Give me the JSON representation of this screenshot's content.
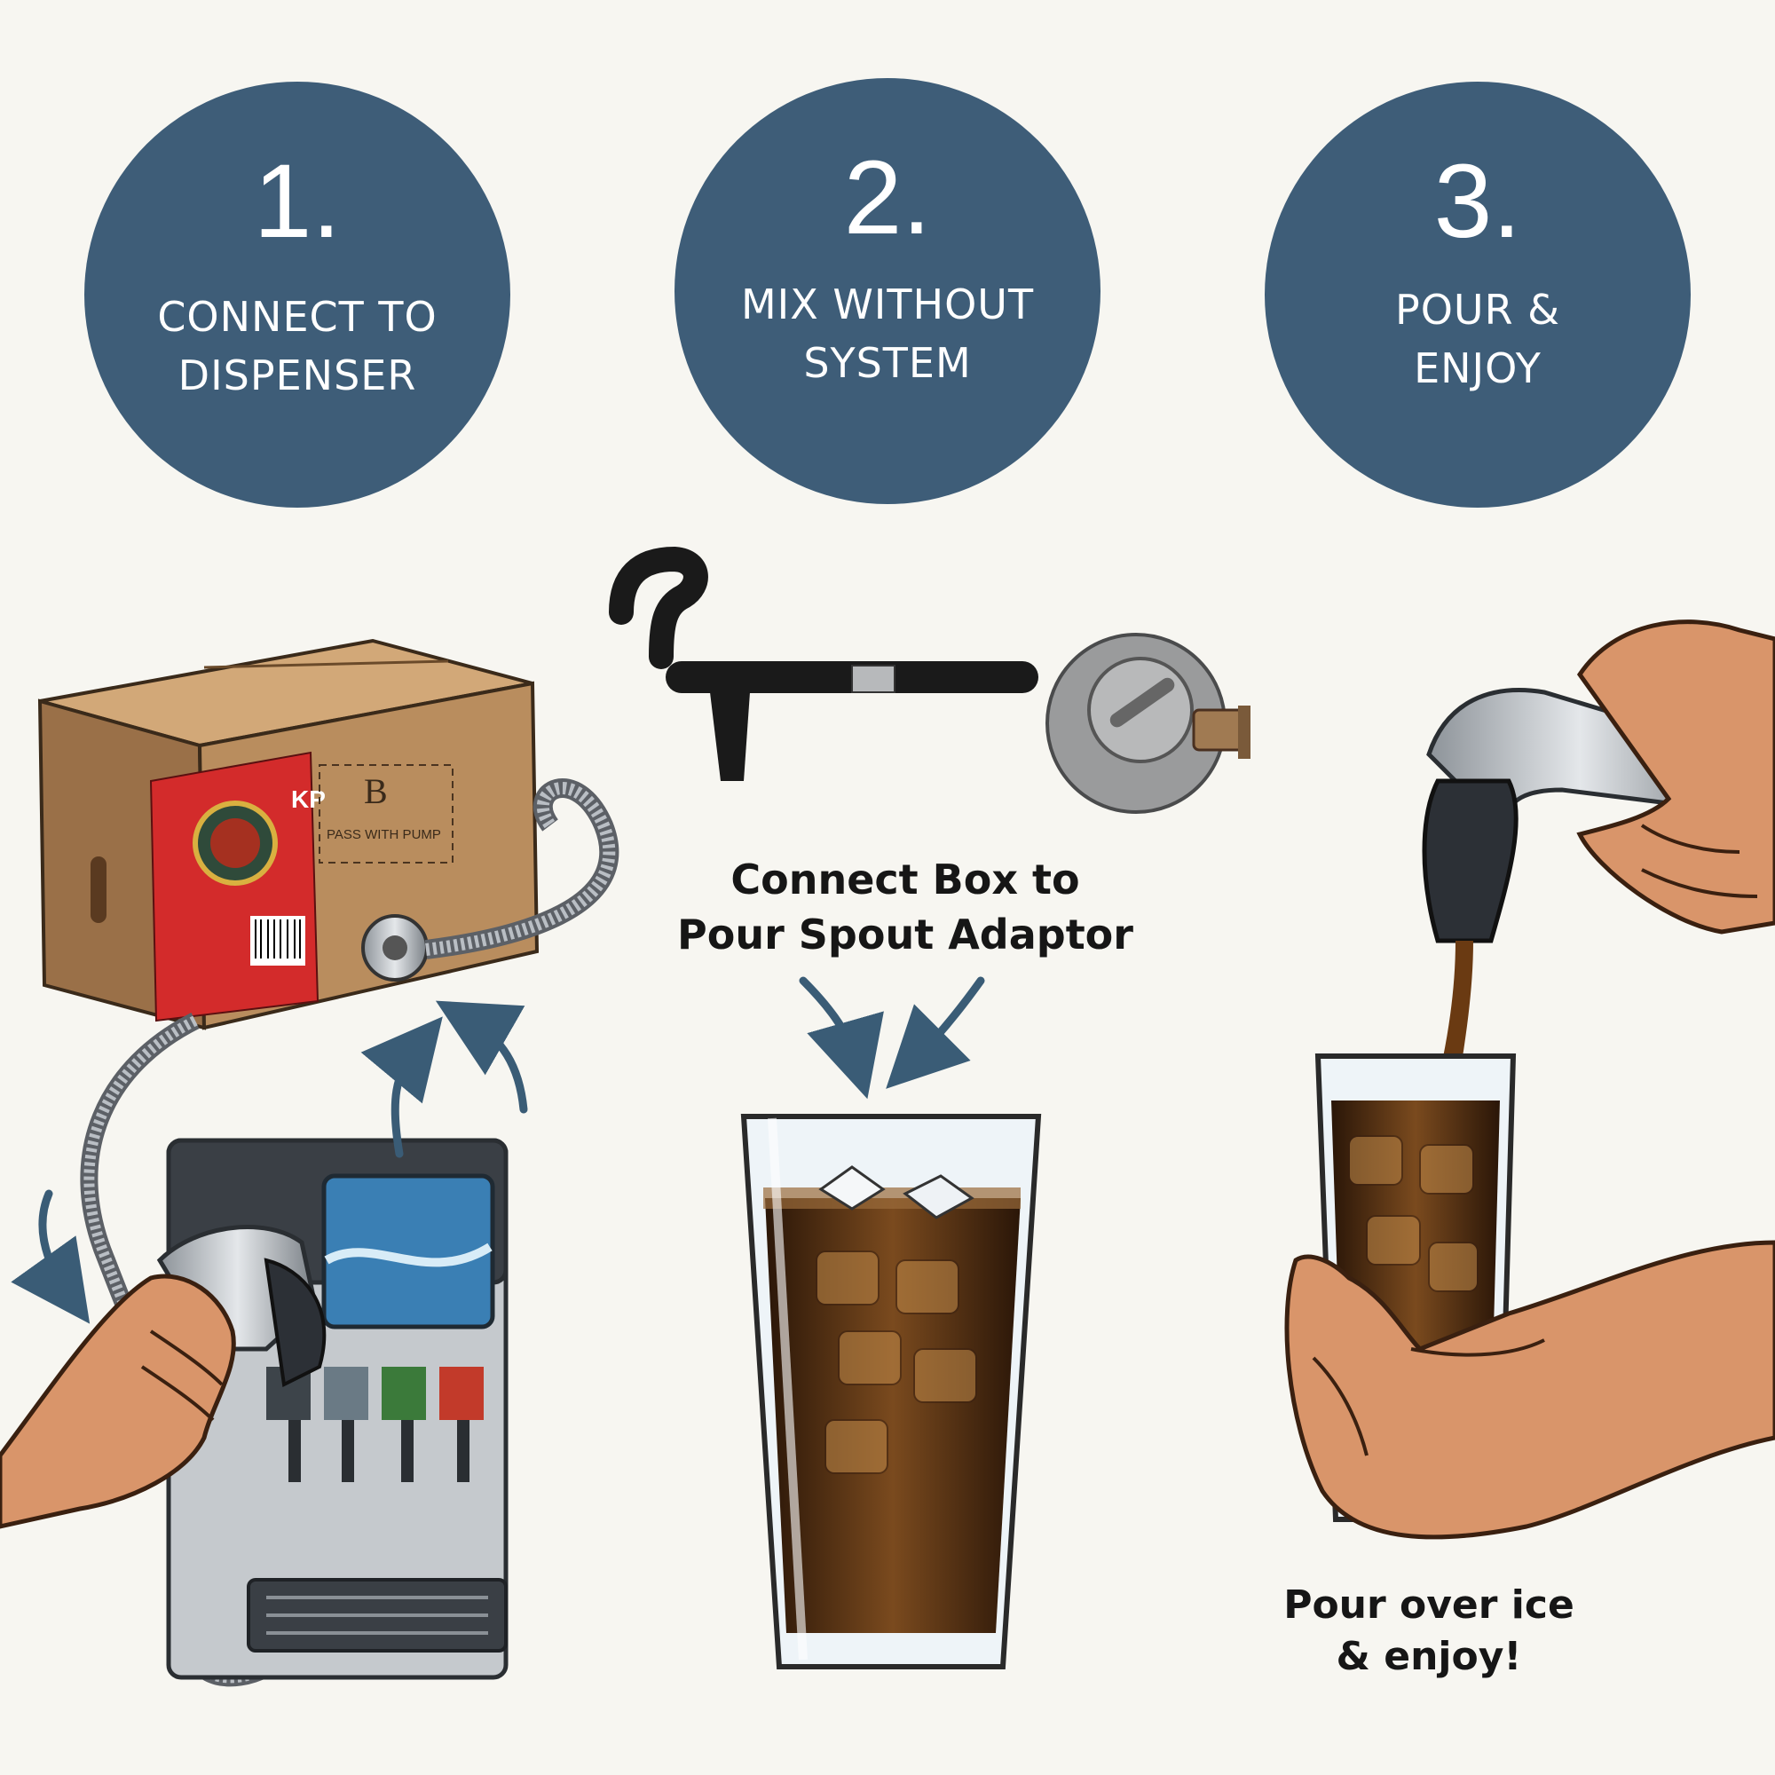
{
  "colors": {
    "circle": "#3e5d78",
    "background": "#f7f6f1",
    "cola": "#4a2a10",
    "cardboard": "#b98d5e",
    "label_red": "#d32b2b",
    "arrow": "#3a5c76"
  },
  "steps": [
    {
      "number": "1.",
      "label": "CONNECT TO\nDISPENSER"
    },
    {
      "number": "2.",
      "label": "MIX WITHOUT\nSYSTEM"
    },
    {
      "number": "3.",
      "label": "POUR &\nENJOY"
    }
  ],
  "captions": {
    "middle": "Connect Box to\nPour Spout Adaptor",
    "right": "Pour over ice\n& enjoy!"
  },
  "box": {
    "brand_mark": "KP",
    "panel_letter": "B",
    "panel_text": "PASS WITH PUMP"
  },
  "icons": [
    "bag-in-box-illustration",
    "soda-dispenser-illustration",
    "pour-spout-adaptor-illustration",
    "iced-cola-glass-illustration",
    "pouring-hand-illustration",
    "curved-arrow-icon"
  ]
}
